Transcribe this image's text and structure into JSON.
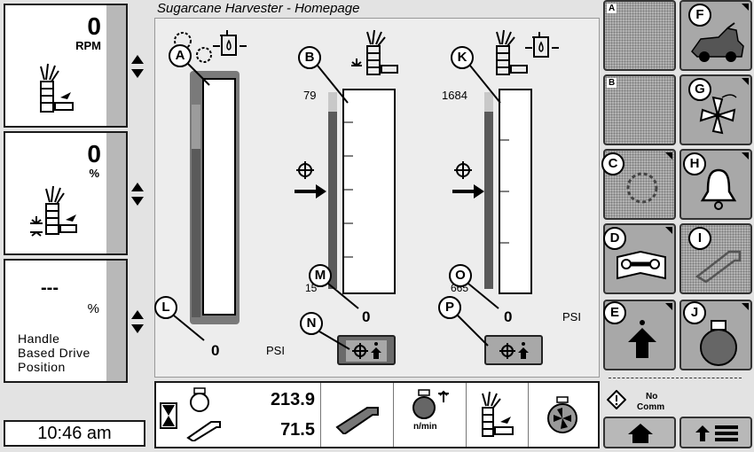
{
  "app_title": "Sugarcane Harvester - Homepage",
  "left_panels": [
    {
      "value": "0",
      "unit": "RPM"
    },
    {
      "value": "0",
      "unit": "%"
    },
    {
      "value": "---",
      "unit": "%",
      "label": "Handle\nBased Drive\nPosition"
    }
  ],
  "clock": "10:46 am",
  "callouts": {
    "A": "A",
    "B": "B",
    "K": "K",
    "L": "L",
    "M": "M",
    "N": "N",
    "O": "O",
    "P": "P",
    "C": "C",
    "D": "D",
    "E": "E",
    "F": "F",
    "G": "G",
    "H": "H",
    "I": "I",
    "J": "J"
  },
  "gauge_b": {
    "top": "79",
    "bottom": "15",
    "value": "0"
  },
  "gauge_k": {
    "top": "1684",
    "bottom": "665",
    "value": "0",
    "unit": "PSI"
  },
  "gauge_a": {
    "value": "0",
    "unit": "PSI"
  },
  "right_tags": {
    "a": "A",
    "b": "B"
  },
  "bottom": {
    "value1": "213.9",
    "value2": "71.5",
    "rpm_label": "n/min"
  },
  "status": {
    "line1": "No",
    "line2": "Comm"
  }
}
